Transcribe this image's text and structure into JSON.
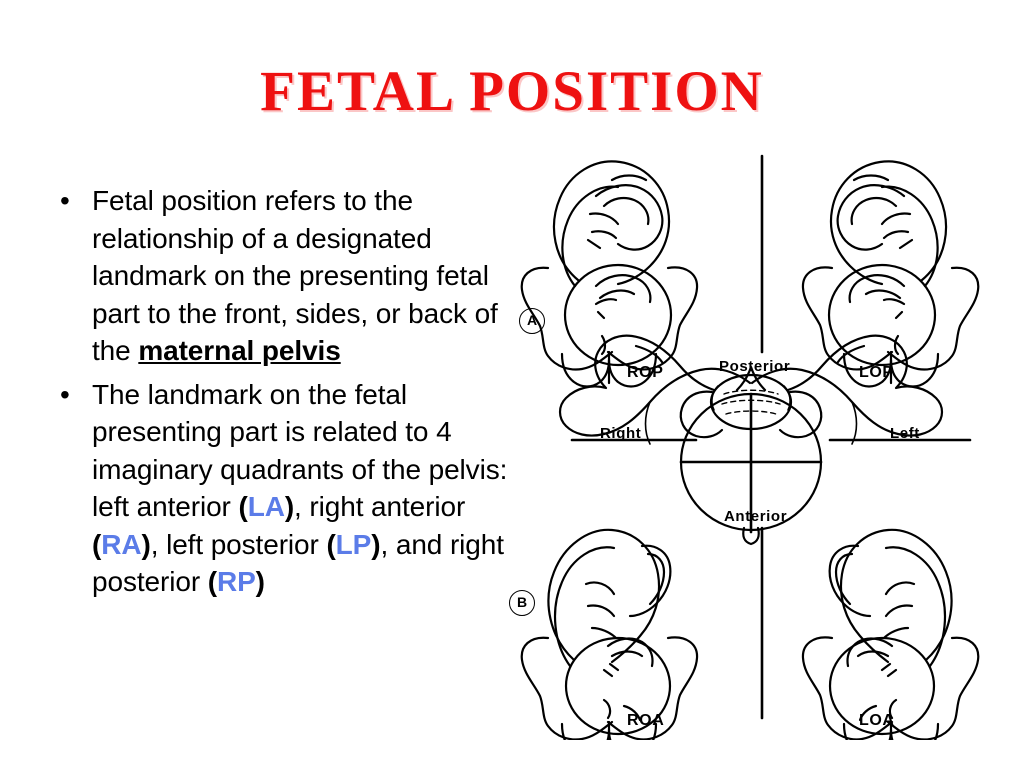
{
  "slide": {
    "title": "FETAL POSITION",
    "title_color": "#ee1111",
    "accent_blue": "#5b7ce8",
    "background": "#ffffff"
  },
  "bullets": [
    {
      "marker": "•",
      "segments": [
        {
          "text": "Fetal position refers to the relationship of a designated landmark on the presenting fetal part to the front, sides, or back of the ",
          "style": "normal"
        },
        {
          "text": "maternal pelvis",
          "style": "bold-underline"
        }
      ]
    },
    {
      "marker": "•",
      "segments": [
        {
          "text": "The landmark on the fetal presenting part is related to 4 imaginary quadrants of the pelvis: left anterior ",
          "style": "normal"
        },
        {
          "text": "(",
          "style": "paren"
        },
        {
          "text": "LA",
          "style": "abbr"
        },
        {
          "text": ")",
          "style": "paren"
        },
        {
          "text": ", right anterior ",
          "style": "normal"
        },
        {
          "text": "(",
          "style": "paren"
        },
        {
          "text": "RA",
          "style": "abbr"
        },
        {
          "text": ")",
          "style": "paren"
        },
        {
          "text": ", left posterior ",
          "style": "normal"
        },
        {
          "text": "(",
          "style": "paren"
        },
        {
          "text": "LP",
          "style": "abbr"
        },
        {
          "text": ")",
          "style": "paren"
        },
        {
          "text": ", and right posterior ",
          "style": "normal"
        },
        {
          "text": "(",
          "style": "paren"
        },
        {
          "text": "RP",
          "style": "abbr"
        },
        {
          "text": ")",
          "style": "paren"
        }
      ]
    }
  ],
  "figure": {
    "panel_tags": [
      {
        "id": "A",
        "label": "A"
      },
      {
        "id": "B",
        "label": "B"
      }
    ],
    "position_labels": [
      {
        "id": "rop",
        "label": "ROP",
        "quadrant": "top-left"
      },
      {
        "id": "lop",
        "label": "LOP",
        "quadrant": "top-right"
      },
      {
        "id": "roa",
        "label": "ROA",
        "quadrant": "bottom-left"
      },
      {
        "id": "loa",
        "label": "LOA",
        "quadrant": "bottom-right"
      }
    ],
    "axis_labels": [
      {
        "id": "posterior",
        "label": "Posterior",
        "side": "top"
      },
      {
        "id": "right",
        "label": "Right",
        "side": "left"
      },
      {
        "id": "left",
        "label": "Left",
        "side": "right"
      },
      {
        "id": "anterior",
        "label": "Anterior",
        "side": "bottom"
      }
    ]
  }
}
